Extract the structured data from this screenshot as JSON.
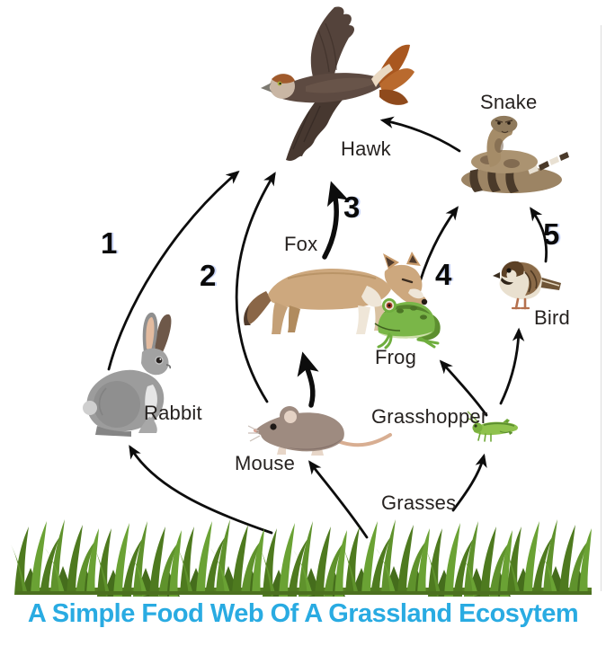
{
  "title": {
    "text": "A Simple Food Web Of A Grassland Ecosytem",
    "color": "#29abe2"
  },
  "labels": {
    "hawk": "Hawk",
    "snake": "Snake",
    "fox": "Fox",
    "rabbit": "Rabbit",
    "mouse": "Mouse",
    "frog": "Frog",
    "bird": "Bird",
    "grasshopper": "Grasshopper",
    "grasses": "Grasses"
  },
  "arrow_numbers": {
    "n1": "1",
    "n2": "2",
    "n3": "3",
    "n4": "4",
    "n5": "5"
  },
  "food_web": {
    "type": "diagram",
    "nodes": [
      "Grasses",
      "Grasshopper",
      "Rabbit",
      "Mouse",
      "Frog",
      "Bird",
      "Fox",
      "Snake",
      "Hawk"
    ],
    "edges": [
      {
        "from": "Grasses",
        "to": "Rabbit"
      },
      {
        "from": "Grasses",
        "to": "Mouse"
      },
      {
        "from": "Grasses",
        "to": "Grasshopper"
      },
      {
        "from": "Grasshopper",
        "to": "Frog"
      },
      {
        "from": "Grasshopper",
        "to": "Bird"
      },
      {
        "from": "Mouse",
        "to": "Fox"
      },
      {
        "from": "Rabbit",
        "to": "Hawk",
        "number": "1"
      },
      {
        "from": "Mouse",
        "to": "Hawk",
        "number": "2"
      },
      {
        "from": "Fox",
        "to": "Hawk",
        "number": "3"
      },
      {
        "from": "Frog",
        "to": "Snake",
        "number": "4"
      },
      {
        "from": "Bird",
        "to": "Snake",
        "number": "5"
      },
      {
        "from": "Snake",
        "to": "Hawk"
      }
    ]
  }
}
